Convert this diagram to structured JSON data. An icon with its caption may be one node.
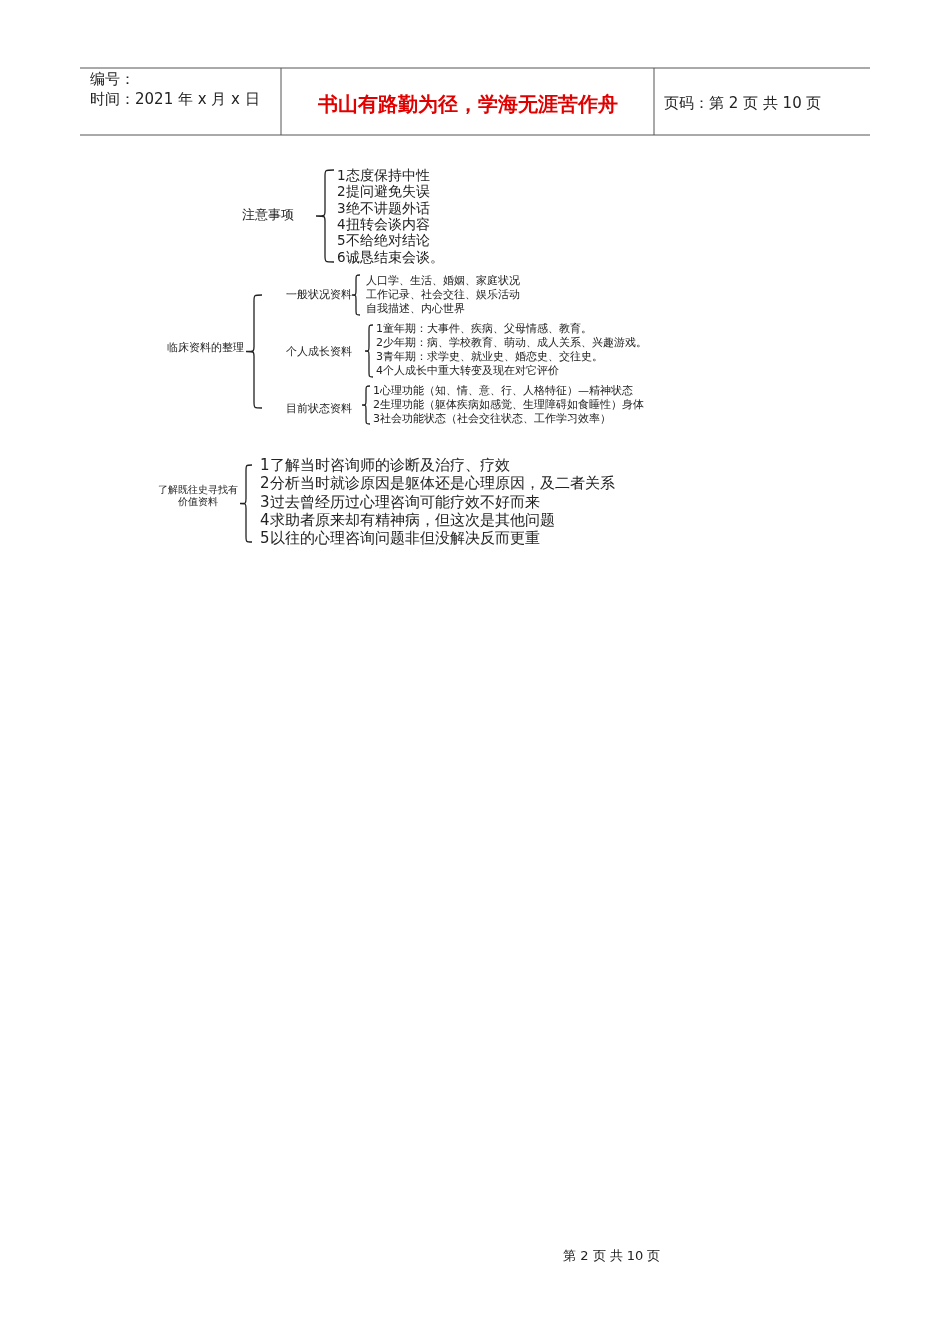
{
  "diagram": {
    "labels": [
      "编号：",
      "时间：2021 年 x 月 x 日",
      "书山有路勤为径，学海无涯苦作舟",
      "页码：第 2 页  共 10 页",
      "注意事项",
      "1态度保持中性",
      "2提问避免失误",
      "3绝不讲题外话",
      "4扭转会谈内容",
      "5不给绝对结论",
      "6诚恳结束会谈。",
      "临床资料的整理",
      "一般状况资料",
      "人口学、生活、婚姻、家庭状况",
      "工作记录、社会交往、娱乐活动",
      "自我描述、内心世界",
      "个人成长资料",
      "1童年期：大事件、疾病、父母情感、教育。",
      "2少年期：病、学校教育、萌动、成人关系、兴趣游戏。",
      "3青年期：求学史、就业史、婚恋史、交往史。",
      "4个人成长中重大转变及现在对它评价",
      "目前状态资料",
      "1心理功能（知、情、意、行、人格特征）—精神状态",
      "2生理功能（躯体疾病如感觉、生理障碍如食睡性）身体",
      "3社会功能状态（社会交往状态、工作学习效率）",
      "了解既往史寻找有价值资料",
      "1了解当时咨询师的诊断及治疗、疗效",
      "2分析当时就诊原因是躯体还是心理原因，及二者关系",
      "3过去曾经历过心理咨询可能疗效不好而来",
      "4求助者原来却有精神病，但这次是其他问题",
      "5以往的心理咨询问题非但没解决反而更重",
      "第 2 页 共 10 页"
    ]
  }
}
